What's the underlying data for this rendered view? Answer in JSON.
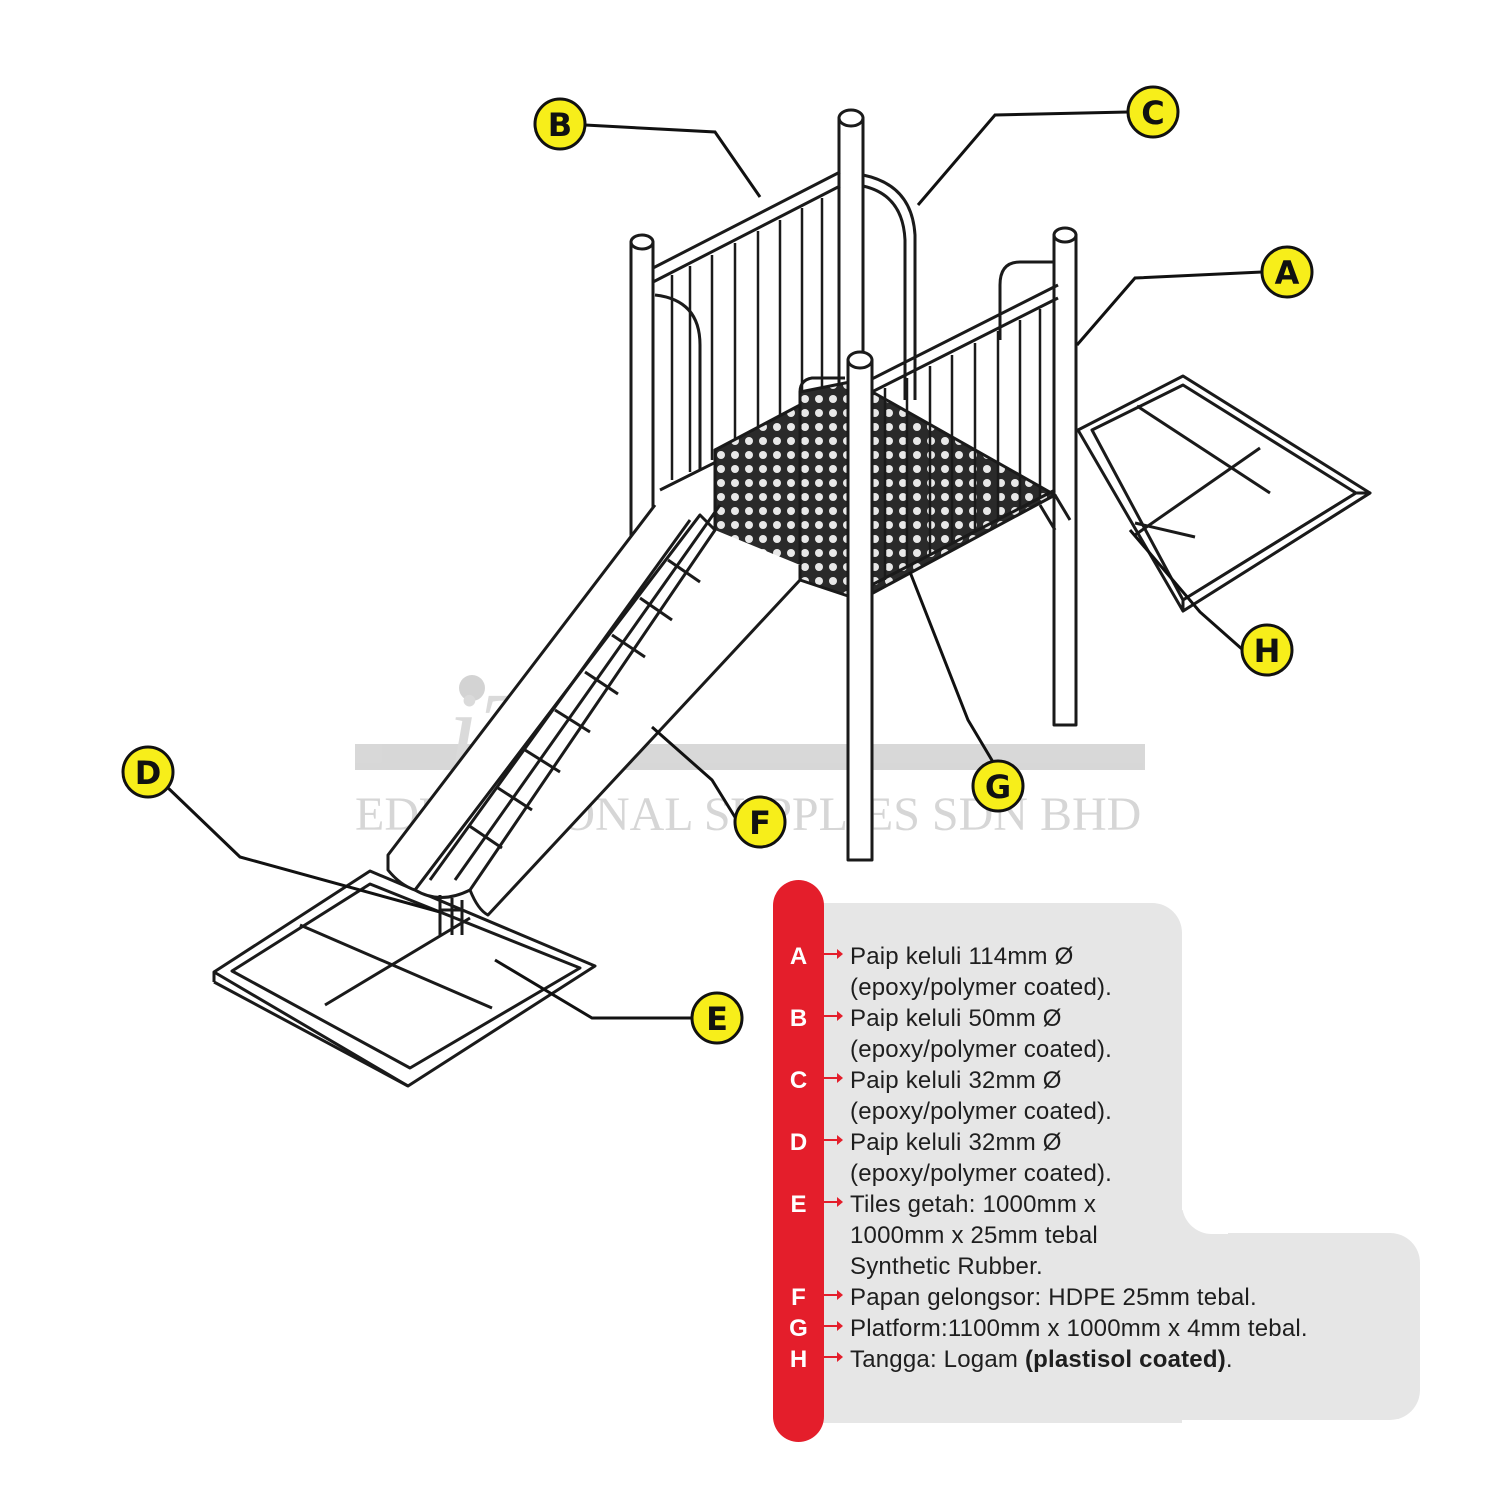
{
  "watermark": {
    "logo": "iTS",
    "company": "EDUCATIONAL SUPPLIES SDN BHD"
  },
  "callouts": [
    "A",
    "B",
    "C",
    "D",
    "E",
    "F",
    "G",
    "H"
  ],
  "legend": [
    {
      "letter": "A",
      "lines": [
        "Paip keluli 114mm Ø",
        "(epoxy/polymer coated)."
      ]
    },
    {
      "letter": "B",
      "lines": [
        "Paip keluli 50mm Ø",
        "(epoxy/polymer coated)."
      ]
    },
    {
      "letter": "C",
      "lines": [
        "Paip keluli 32mm Ø",
        "(epoxy/polymer coated)."
      ]
    },
    {
      "letter": "D",
      "lines": [
        "Paip keluli 32mm Ø",
        "(epoxy/polymer coated)."
      ]
    },
    {
      "letter": "E",
      "lines": [
        "Tiles getah: 1000mm x",
        "1000mm x 25mm tebal",
        "Synthetic Rubber."
      ]
    },
    {
      "letter": "F",
      "lines": [
        "Papan gelongsor: HDPE 25mm tebal."
      ]
    },
    {
      "letter": "G",
      "lines": [
        "Platform:1100mm x 1000mm x 4mm tebal."
      ]
    },
    {
      "letter": "H",
      "lines": [
        "Tangga: Logam "
      ],
      "bold": "(plastisol coated)",
      "after": "."
    }
  ],
  "colors": {
    "callout_fill": "#f7ee1a",
    "legend_bar": "#e41e2b",
    "legend_panel": "#e6e6e6",
    "line_art": "#1a1a1a"
  }
}
